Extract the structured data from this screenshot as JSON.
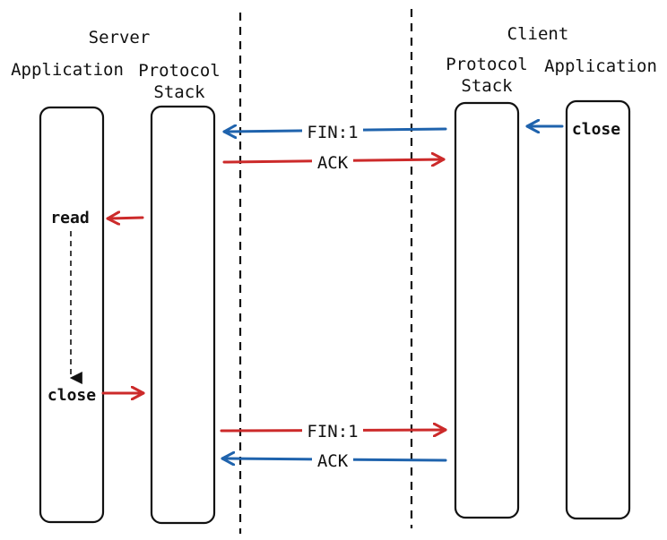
{
  "server": {
    "title": "Server",
    "application_label": "Application",
    "protocol_label_line1": "Protocol",
    "protocol_label_line2": "Stack",
    "read_label": "read",
    "close_label": "close"
  },
  "client": {
    "title": "Client",
    "protocol_label_line1": "Protocol",
    "protocol_label_line2": "Stack",
    "application_label": "Application",
    "close_label": "close"
  },
  "messages": {
    "fin_1": "FIN:1",
    "ack_1": "ACK",
    "fin_2": "FIN:1",
    "ack_2": "ACK"
  },
  "colors": {
    "blue_arrow": "#1f63ad",
    "red_arrow": "#cc2a2a",
    "line": "#111111"
  }
}
